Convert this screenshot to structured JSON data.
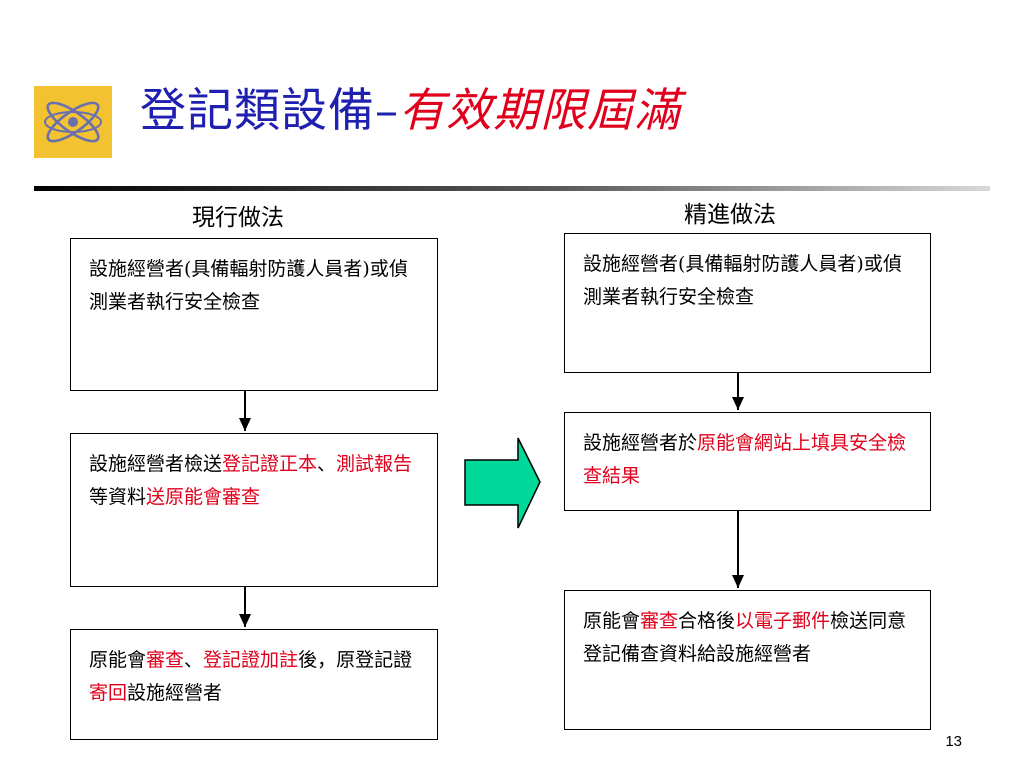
{
  "slide": {
    "title_main": "登記類設備",
    "title_dash": "–",
    "title_accent": "有效期限屆滿",
    "page_number": "13"
  },
  "logo": {
    "icon": "atom-icon",
    "background": "#f2c230"
  },
  "left_column": {
    "label": "現行做法",
    "box1": {
      "text": "設施經營者(具備輻射防護人員者)或偵測業者執行安全檢查"
    },
    "box2": {
      "part1": "設施經營者檢送",
      "red1": "登記證正本",
      "part2": "、",
      "red2": "測試報告",
      "part3": "等資料",
      "red3": "送原能會審查"
    },
    "box3": {
      "part1": "原能會",
      "red1": "審查",
      "part2": "、",
      "red2": "登記證加註",
      "part3": "後，原登記證",
      "red3": "寄回",
      "part4": "設施經營者"
    }
  },
  "right_column": {
    "label": "精進做法",
    "box1": {
      "text": "設施經營者(具備輻射防護人員者)或偵測業者執行安全檢查"
    },
    "box2": {
      "part1": "設施經營者於",
      "red1": "原能會網站上填具安全檢查結果"
    },
    "box3": {
      "part1": "原能會",
      "red1": "審查",
      "part2": "合格後",
      "red2": "以電子郵件",
      "part3": "檢送同意登記備查資料給設施經營者"
    }
  },
  "colors": {
    "title_blue": "#1f1fb0",
    "emphasis_red": "#e0001b",
    "transition_arrow": "#00d89a"
  }
}
